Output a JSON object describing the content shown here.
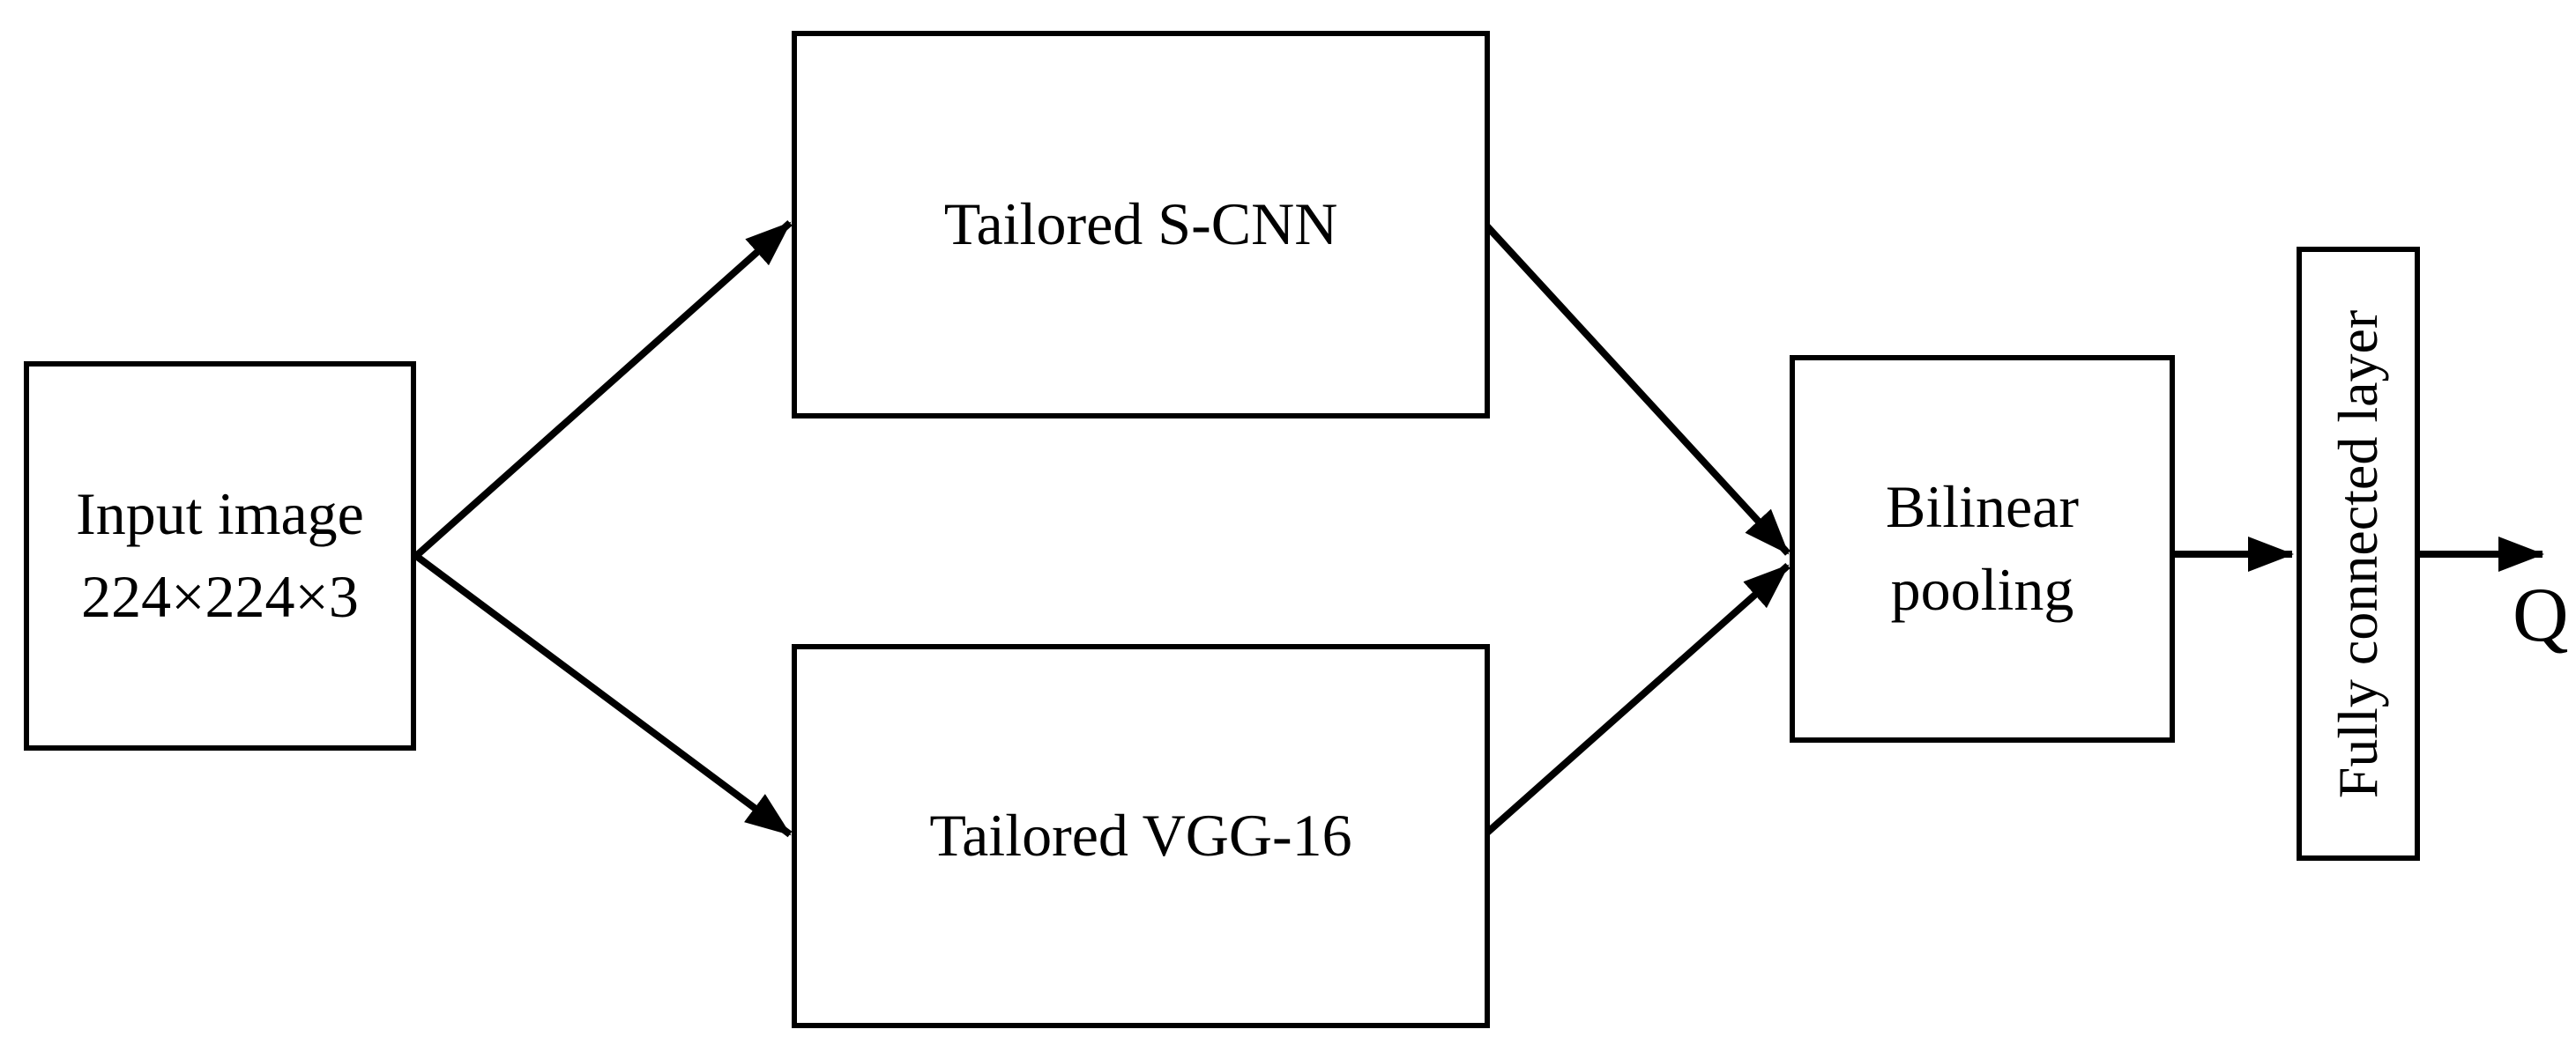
{
  "diagram": {
    "nodes": {
      "input": {
        "lines": [
          "Input image",
          "224×224×3"
        ]
      },
      "scnn": {
        "label": "Tailored S-CNN"
      },
      "vgg": {
        "label": "Tailored VGG-16"
      },
      "bilinear": {
        "lines": [
          "Bilinear",
          "pooling"
        ]
      },
      "fc": {
        "label": "Fully connected layer"
      }
    },
    "output_label": "Q",
    "edges": [
      {
        "from": "input",
        "to": "scnn"
      },
      {
        "from": "input",
        "to": "vgg"
      },
      {
        "from": "scnn",
        "to": "bilinear"
      },
      {
        "from": "vgg",
        "to": "bilinear"
      },
      {
        "from": "bilinear",
        "to": "fc"
      },
      {
        "from": "fc",
        "to": "output"
      }
    ],
    "colors": {
      "stroke": "#000000",
      "background": "#ffffff",
      "text": "#000000"
    }
  }
}
